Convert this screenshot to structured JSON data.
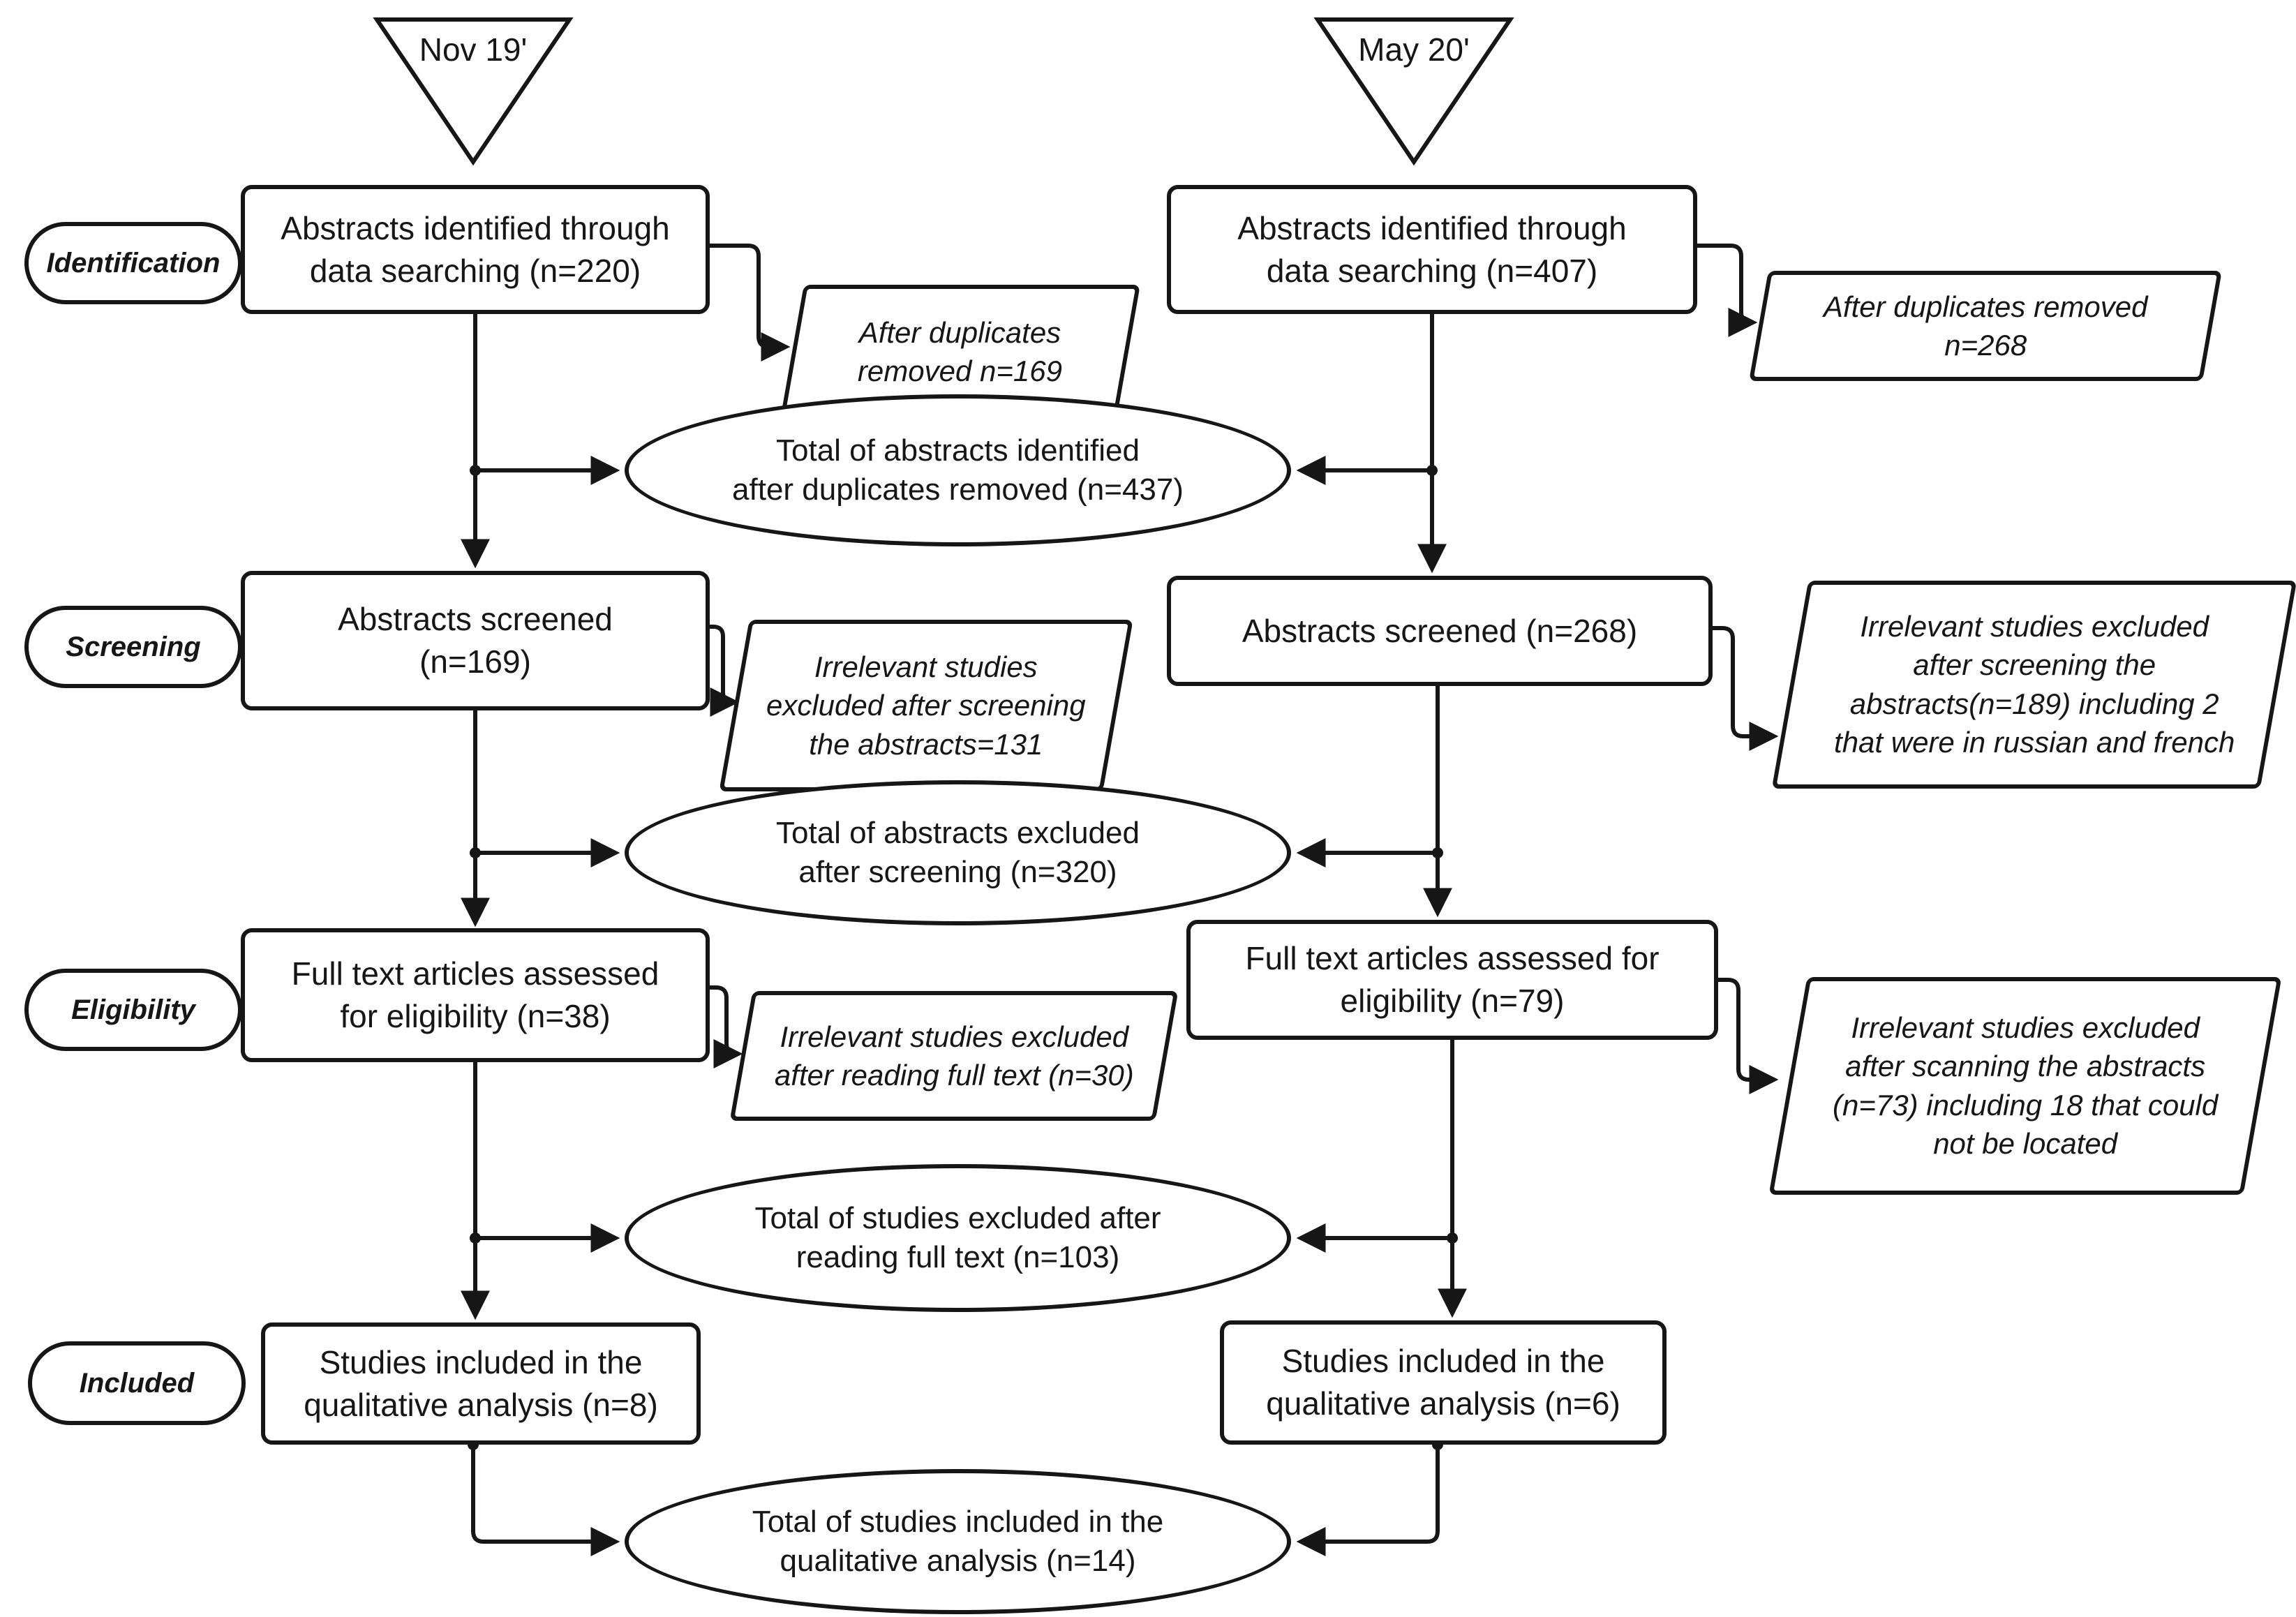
{
  "figure": {
    "timeline": {
      "left": "Nov 19'",
      "right": "May 20'"
    },
    "stages": {
      "identification": "Identification",
      "screening": "Screening",
      "eligibility": "Eligibility",
      "included": "Included"
    },
    "left_column": {
      "identified": "Abstracts identified through\ndata searching (n=220)",
      "after_duplicates": "After duplicates\nremoved n=169",
      "screened": "Abstracts screened\n(n=169)",
      "excluded_screening": "Irrelevant studies\nexcluded after screening\nthe abstracts=131",
      "fulltext": "Full text articles assessed\nfor eligibility (n=38)",
      "excluded_fulltext": "Irrelevant studies excluded\nafter reading full text (n=30)",
      "included": "Studies included in the\nqualitative analysis (n=8)"
    },
    "right_column": {
      "identified": "Abstracts identified through\ndata searching (n=407)",
      "after_duplicates": "After duplicates removed\nn=268",
      "screened": "Abstracts screened (n=268)",
      "excluded_screening": "Irrelevant studies excluded\nafter screening the\nabstracts(n=189) including 2\nthat were in russian and french",
      "fulltext": "Full text articles assessed for\neligibility (n=79)",
      "excluded_fulltext": "Irrelevant studies excluded\nafter scanning the abstracts\n(n=73) including 18 that could\nnot be located",
      "included": "Studies included in the\nqualitative analysis (n=6)"
    },
    "totals": {
      "identified": "Total of abstracts identified\nafter duplicates removed (n=437)",
      "excluded_screening": "Total of abstracts excluded\nafter screening (n=320)",
      "excluded_fulltext": "Total of studies excluded after\nreading full text (n=103)",
      "included": "Total of studies included in the\nqualitative analysis (n=14)"
    },
    "colors": {
      "ink": "#161616",
      "background": "#ffffff"
    }
  }
}
